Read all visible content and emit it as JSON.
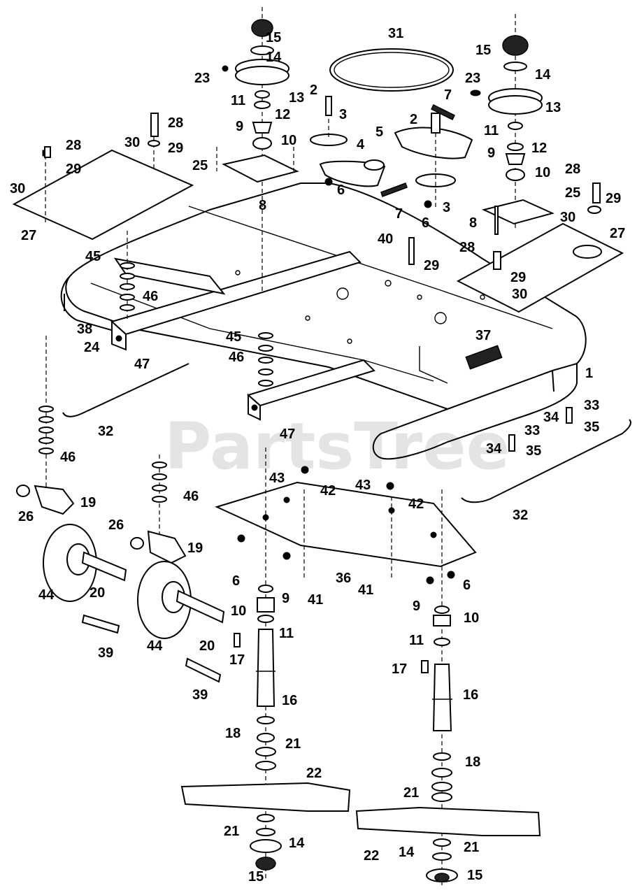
{
  "watermark": "PartsTree",
  "callouts": [
    {
      "id": "c1",
      "text": "1"
    },
    {
      "id": "c2a",
      "text": "2"
    },
    {
      "id": "c2b",
      "text": "2"
    },
    {
      "id": "c3a",
      "text": "3"
    },
    {
      "id": "c3b",
      "text": "3"
    },
    {
      "id": "c4",
      "text": "4"
    },
    {
      "id": "c5",
      "text": "5"
    },
    {
      "id": "c6a",
      "text": "6"
    },
    {
      "id": "c6b",
      "text": "6"
    },
    {
      "id": "c6c",
      "text": "6"
    },
    {
      "id": "c6d",
      "text": "6"
    },
    {
      "id": "c7a",
      "text": "7"
    },
    {
      "id": "c7b",
      "text": "7"
    },
    {
      "id": "c8a",
      "text": "8"
    },
    {
      "id": "c8b",
      "text": "8"
    },
    {
      "id": "c9a",
      "text": "9"
    },
    {
      "id": "c9b",
      "text": "9"
    },
    {
      "id": "c9c",
      "text": "9"
    },
    {
      "id": "c9d",
      "text": "9"
    },
    {
      "id": "c10a",
      "text": "10"
    },
    {
      "id": "c10b",
      "text": "10"
    },
    {
      "id": "c10c",
      "text": "10"
    },
    {
      "id": "c10d",
      "text": "10"
    },
    {
      "id": "c11a",
      "text": "11"
    },
    {
      "id": "c11b",
      "text": "11"
    },
    {
      "id": "c11c",
      "text": "11"
    },
    {
      "id": "c11d",
      "text": "11"
    },
    {
      "id": "c12a",
      "text": "12"
    },
    {
      "id": "c12b",
      "text": "12"
    },
    {
      "id": "c13a",
      "text": "13"
    },
    {
      "id": "c13b",
      "text": "13"
    },
    {
      "id": "c14a",
      "text": "14"
    },
    {
      "id": "c14b",
      "text": "14"
    },
    {
      "id": "c14c",
      "text": "14"
    },
    {
      "id": "c14d",
      "text": "14"
    },
    {
      "id": "c15a",
      "text": "15"
    },
    {
      "id": "c15b",
      "text": "15"
    },
    {
      "id": "c15c",
      "text": "15"
    },
    {
      "id": "c15d",
      "text": "15"
    },
    {
      "id": "c16a",
      "text": "16"
    },
    {
      "id": "c16b",
      "text": "16"
    },
    {
      "id": "c17a",
      "text": "17"
    },
    {
      "id": "c17b",
      "text": "17"
    },
    {
      "id": "c18a",
      "text": "18"
    },
    {
      "id": "c18b",
      "text": "18"
    },
    {
      "id": "c19a",
      "text": "19"
    },
    {
      "id": "c19b",
      "text": "19"
    },
    {
      "id": "c20a",
      "text": "20"
    },
    {
      "id": "c20b",
      "text": "20"
    },
    {
      "id": "c21a",
      "text": "21"
    },
    {
      "id": "c21b",
      "text": "21"
    },
    {
      "id": "c21c",
      "text": "21"
    },
    {
      "id": "c21d",
      "text": "21"
    },
    {
      "id": "c22a",
      "text": "22"
    },
    {
      "id": "c22b",
      "text": "22"
    },
    {
      "id": "c23a",
      "text": "23"
    },
    {
      "id": "c23b",
      "text": "23"
    },
    {
      "id": "c24",
      "text": "24"
    },
    {
      "id": "c25a",
      "text": "25"
    },
    {
      "id": "c25b",
      "text": "25"
    },
    {
      "id": "c26a",
      "text": "26"
    },
    {
      "id": "c26b",
      "text": "26"
    },
    {
      "id": "c27a",
      "text": "27"
    },
    {
      "id": "c27b",
      "text": "27"
    },
    {
      "id": "c28a",
      "text": "28"
    },
    {
      "id": "c28b",
      "text": "28"
    },
    {
      "id": "c28c",
      "text": "28"
    },
    {
      "id": "c28d",
      "text": "28"
    },
    {
      "id": "c29a",
      "text": "29"
    },
    {
      "id": "c29b",
      "text": "29"
    },
    {
      "id": "c29c",
      "text": "29"
    },
    {
      "id": "c29d",
      "text": "29"
    },
    {
      "id": "c29e",
      "text": "29"
    },
    {
      "id": "c30a",
      "text": "30"
    },
    {
      "id": "c30b",
      "text": "30"
    },
    {
      "id": "c30c",
      "text": "30"
    },
    {
      "id": "c30d",
      "text": "30"
    },
    {
      "id": "c31",
      "text": "31"
    },
    {
      "id": "c32a",
      "text": "32"
    },
    {
      "id": "c32b",
      "text": "32"
    },
    {
      "id": "c33a",
      "text": "33"
    },
    {
      "id": "c33b",
      "text": "33"
    },
    {
      "id": "c34a",
      "text": "34"
    },
    {
      "id": "c34b",
      "text": "34"
    },
    {
      "id": "c35a",
      "text": "35"
    },
    {
      "id": "c35b",
      "text": "35"
    },
    {
      "id": "c36",
      "text": "36"
    },
    {
      "id": "c37",
      "text": "37"
    },
    {
      "id": "c38",
      "text": "38"
    },
    {
      "id": "c39a",
      "text": "39"
    },
    {
      "id": "c39b",
      "text": "39"
    },
    {
      "id": "c40",
      "text": "40"
    },
    {
      "id": "c41a",
      "text": "41"
    },
    {
      "id": "c41b",
      "text": "41"
    },
    {
      "id": "c42a",
      "text": "42"
    },
    {
      "id": "c42b",
      "text": "42"
    },
    {
      "id": "c43a",
      "text": "43"
    },
    {
      "id": "c43b",
      "text": "43"
    },
    {
      "id": "c44a",
      "text": "44"
    },
    {
      "id": "c44b",
      "text": "44"
    },
    {
      "id": "c45a",
      "text": "45"
    },
    {
      "id": "c45b",
      "text": "45"
    },
    {
      "id": "c46a",
      "text": "46"
    },
    {
      "id": "c46b",
      "text": "46"
    },
    {
      "id": "c46c",
      "text": "46"
    },
    {
      "id": "c46d",
      "text": "46"
    },
    {
      "id": "c47a",
      "text": "47"
    },
    {
      "id": "c47b",
      "text": "47"
    }
  ]
}
